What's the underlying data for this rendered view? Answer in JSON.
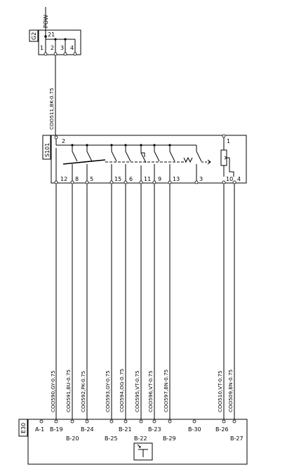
{
  "net_label": "POW",
  "g2": {
    "tag": "G2",
    "pin_top": "21",
    "pins": [
      "1",
      "2",
      "3",
      "4"
    ]
  },
  "wire_main": "COO511,BK-0.75",
  "s101": {
    "tag": "S101",
    "pin_top_left": "2",
    "pin_top_right": "1",
    "pins": [
      "12",
      "8",
      "5",
      "15",
      "6",
      "11",
      "9",
      "13",
      "3",
      "10",
      "4"
    ]
  },
  "wires": [
    "COO590,GY-0.75",
    "COO591,BU-0.75",
    "COO592,PK-0.75",
    "COO593,GY-0.75",
    "COO594,OG-0.75",
    "COO595,VT-0.75",
    "COO596,VT-0.75",
    "COO597,BN-0.75",
    "COO510,VT-0.75",
    "COO509,BN-0.75"
  ],
  "e30": {
    "tag": "E30",
    "row1": [
      "A-1",
      "B-19",
      "B-21",
      "B-23",
      "B-30",
      "B-26"
    ],
    "row2": [
      "B-20",
      "B-24",
      "B-25",
      "B-22",
      "B-29",
      "B-27"
    ]
  }
}
